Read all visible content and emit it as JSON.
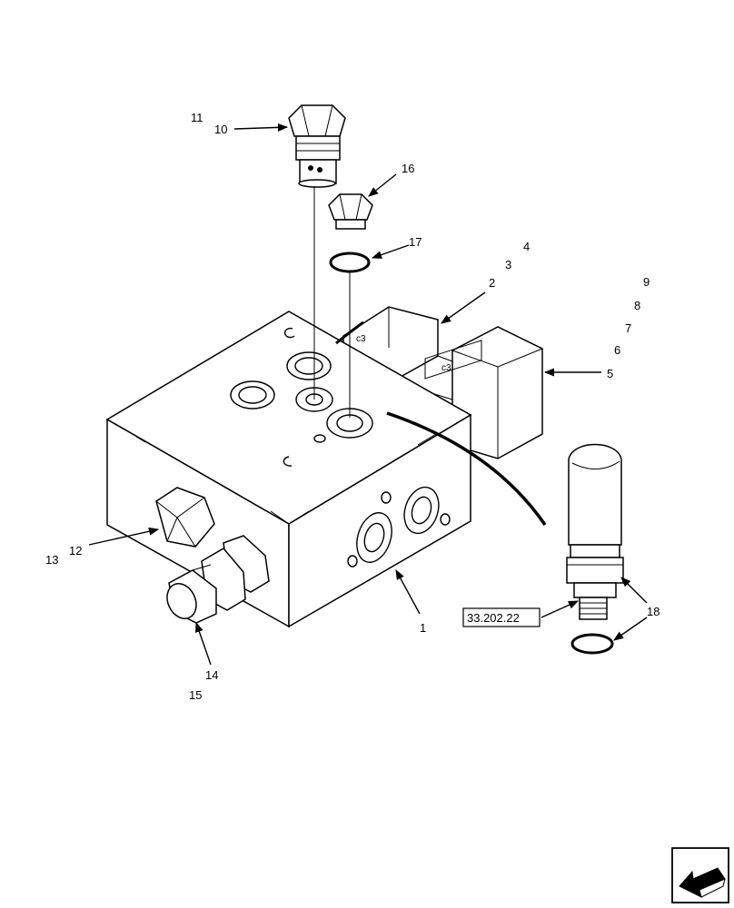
{
  "callouts": {
    "c1": "1",
    "c2": "2",
    "c3": "3",
    "c4": "4",
    "c5": "5",
    "c6": "6",
    "c7": "7",
    "c8": "8",
    "c9": "9",
    "c10": "10",
    "c11": "11",
    "c12": "12",
    "c13": "13",
    "c14": "14",
    "c15": "15",
    "c16": "16",
    "c17": "17",
    "c18": "18"
  },
  "reference_box": "33.202.22",
  "nav_icon": "page-back-arrow-icon"
}
